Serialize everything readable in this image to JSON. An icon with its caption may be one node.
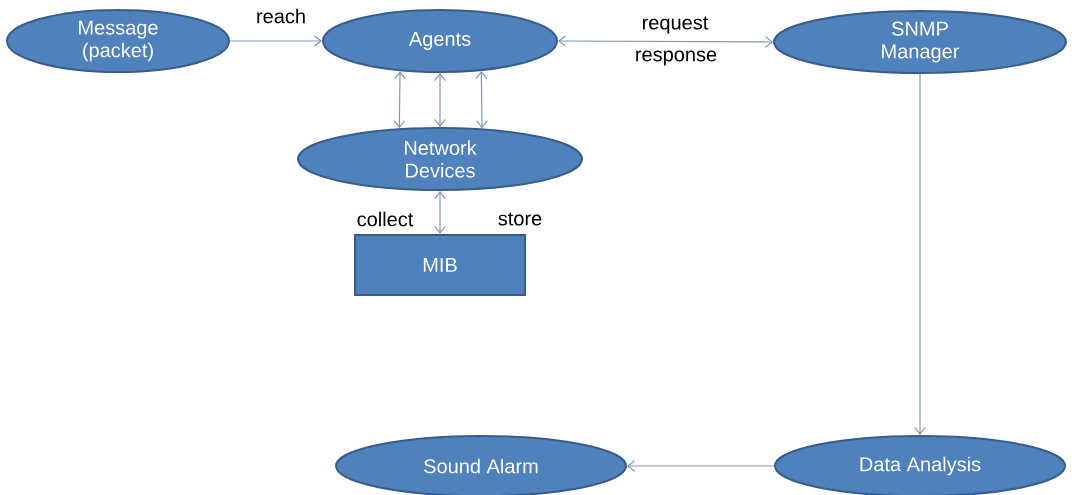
{
  "diagram": {
    "nodes": [
      {
        "text": [
          "Message (packet)"
        ]
      },
      {
        "text": [
          "Agents"
        ]
      },
      {
        "text": [
          "SNMP Manager"
        ]
      },
      {
        "text": [
          "Network Devices"
        ]
      },
      {
        "text": [
          "MIB"
        ]
      },
      {
        "text": [
          "Sound Alarm"
        ]
      },
      {
        "text": [
          "Data Analysis"
        ]
      }
    ],
    "edges": [
      {
        "from": 0,
        "to": 1,
        "arrow": "to",
        "label": "reach"
      },
      {
        "from": 1,
        "to": 2,
        "arrow": "both",
        "label": "request"
      },
      {
        "from": 1,
        "to": 3,
        "arrow": "both"
      },
      {
        "from": 1,
        "to": 3,
        "arrow": "both"
      },
      {
        "from": 1,
        "to": 3,
        "arrow": "both"
      },
      {
        "from": 3,
        "to": 4,
        "arrow": "both",
        "label": "collect"
      },
      {
        "from": 2,
        "to": 6,
        "arrow": "to"
      },
      {
        "from": 6,
        "to": 5,
        "arrow": "to"
      }
    ],
    "labels": [
      "response",
      "store"
    ]
  }
}
